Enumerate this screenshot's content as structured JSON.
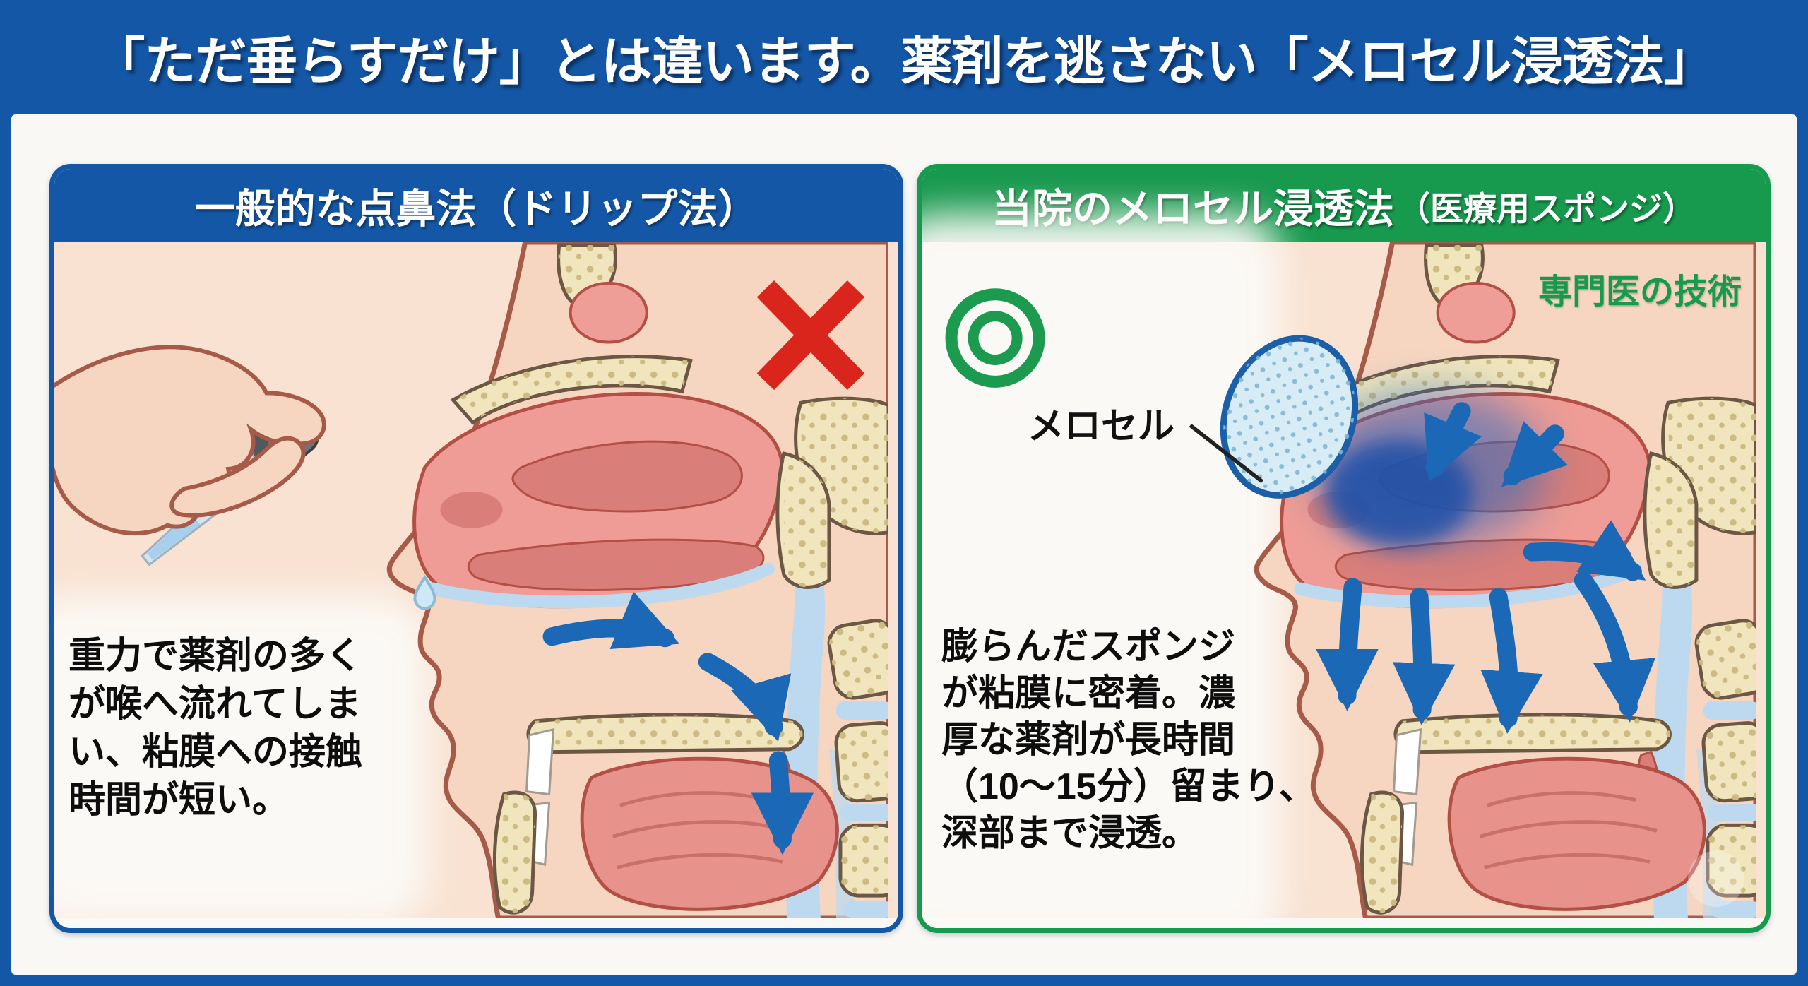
{
  "banner": {
    "title": "「ただ垂らすだけ」とは違います。薬剤を逃さない「メロセル浸透法」"
  },
  "left_panel": {
    "header": "一般的な点鼻法（ドリップ法）",
    "verdict_icon": "red-cross-icon",
    "body_lines": [
      "重力で薬剤の多く",
      "が喉へ流れてしま",
      "い、粘膜への接触",
      "時間が短い。"
    ]
  },
  "right_panel": {
    "header_main": "当院のメロセル浸透法",
    "header_sub": "（医療用スポンジ）",
    "verdict_icon": "green-double-circle-icon",
    "badge": "専門医の技術",
    "sponge_label": "メロセル",
    "body_lines": [
      "膨らんだスポンジ",
      "が粘膜に密着。濃",
      "厚な薬剤が長時間",
      "（10〜15分）留まり、",
      "深部まで浸透。"
    ]
  },
  "colors": {
    "banner_blue": "#1457a6",
    "header_green": "#17994e",
    "arrow_blue": "#1b69b6",
    "cross_red": "#da251d",
    "circle_green": "#1b9a50",
    "panel_peach": "#f9e2d1"
  }
}
